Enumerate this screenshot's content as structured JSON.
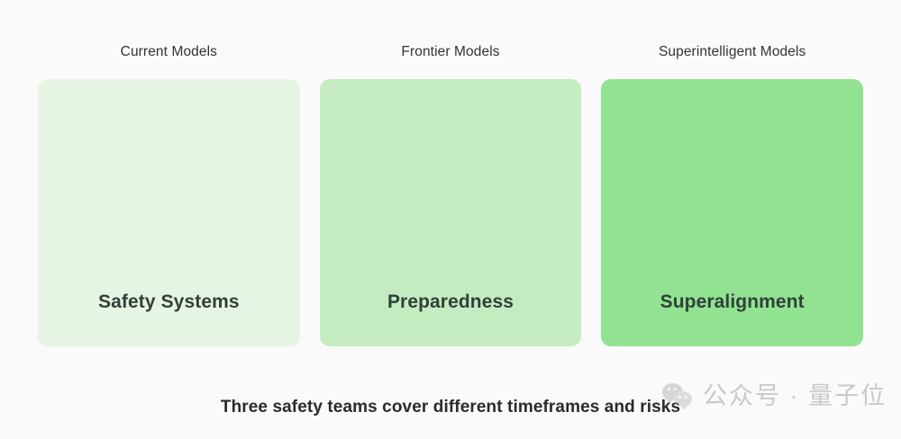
{
  "page": {
    "background_color": "#fafafa",
    "caption": "Three safety teams cover different timeframes and risks"
  },
  "columns": [
    {
      "header": "Current Models",
      "label": "Safety Systems",
      "color": "#e6f5e3"
    },
    {
      "header": "Frontier Models",
      "label": "Preparedness",
      "color": "#c4ecc0"
    },
    {
      "header": "Superintelligent Models",
      "label": "Superalignment",
      "color": "#92e391"
    }
  ],
  "watermark": {
    "icon": "wechat-icon",
    "text": "公众号 · 量子位",
    "color": "#c9c9c9"
  }
}
